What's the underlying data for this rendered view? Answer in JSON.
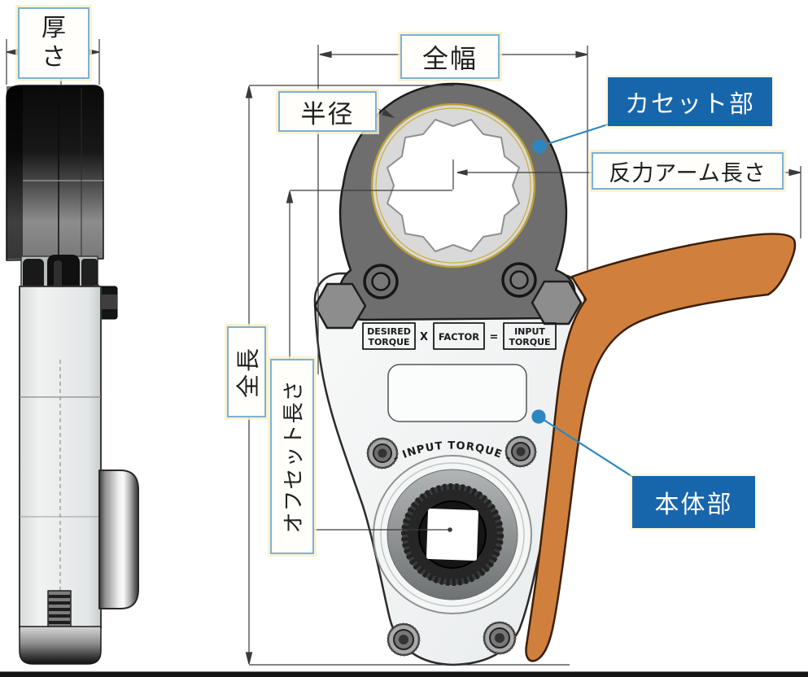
{
  "diagram": {
    "description_labels": {
      "thickness": "厚さ",
      "overall_width": "全幅",
      "radius": "半径",
      "overall_length": "全長",
      "offset_length": "オフセット長さ",
      "reaction_arm_length": "反力アーム長さ",
      "cassette_part": "カセット部",
      "body_part": "本体部"
    },
    "tool_markings": {
      "formula": {
        "box1_line1": "DESIRED",
        "box1_line2": "TORQUE",
        "multiply": "X",
        "box2": "FACTOR",
        "equals": "=",
        "box3_line1": "INPUT",
        "box3_line2": "TORQUE"
      },
      "input_torque_arc": "- INPUT TORQUE -"
    },
    "colors": {
      "callout_blue_bg": "#1766ab",
      "label_border_blue": "#7cb1d6",
      "leader_blue": "#2e86c1",
      "reaction_arm_orange": "#d0803c",
      "gold_ring": "#b99f35",
      "cassette_gray": "#6e6e6e",
      "dimension_line": "#3a3a3a"
    }
  }
}
